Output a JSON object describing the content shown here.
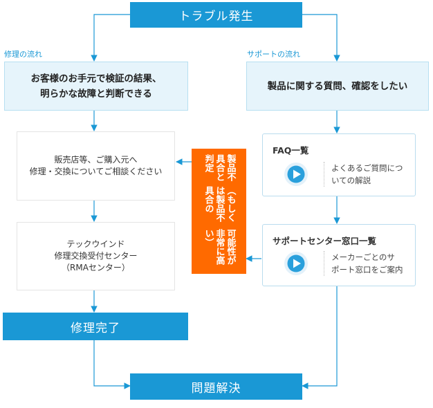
{
  "start": {
    "label": "トラブル発生"
  },
  "left_flow": {
    "label": "修理の流れ",
    "judgement": {
      "line1": "お客様のお手元で検証の結果、",
      "line2": "明らかな故障と判断できる"
    },
    "consult": {
      "line1": "販売店等、ご購入元へ",
      "line2": "修理・交換についてご相談ください"
    },
    "rma": {
      "line1": "テックウインド",
      "line2": "修理交換受付センター",
      "line3": "（RMAセンター）"
    },
    "done": {
      "label": "修理完了"
    }
  },
  "right_flow": {
    "label": "サポートの流れ",
    "question": {
      "label": "製品に関する質問、確認をしたい"
    },
    "faq": {
      "title": "FAQ一覧",
      "desc_line1": "よくあるご質問につ",
      "desc_line2": "いての解説"
    },
    "support": {
      "title": "サポートセンター窓口一覧",
      "desc_line1": "メーカーごとのサ",
      "desc_line2": "ポート窓口をご案内"
    }
  },
  "defect": {
    "col1": "製品不具合と判定",
    "col2": "（もしくは製品不具合の",
    "col3": "可能性が非常に高い）"
  },
  "end": {
    "label": "問題解決"
  },
  "colors": {
    "blue": "#1a98d5",
    "pale_blue": "#e6f4fb",
    "orange": "#ff6a00"
  },
  "icons": {
    "card_icon": "play-circle-icon"
  }
}
